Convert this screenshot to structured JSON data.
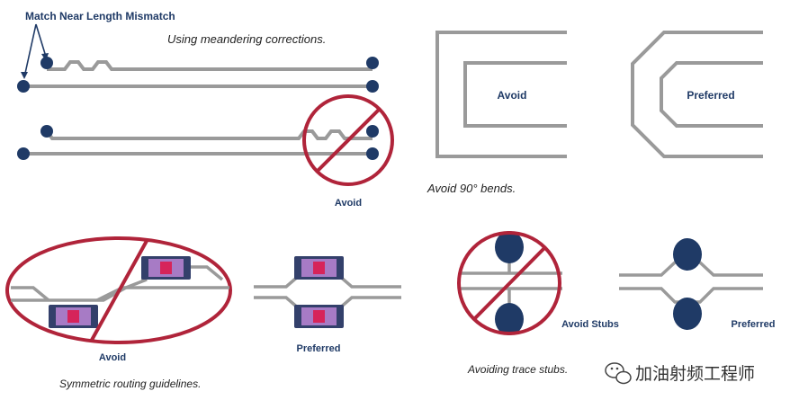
{
  "colors": {
    "trace": "#9a9a9a",
    "pad": "#1f3a66",
    "forbid": "#b0243a",
    "comp_body": "#33406b",
    "comp_inner": "#a77bc5",
    "comp_core": "#d6245a",
    "text_dark": "#1f3a66"
  },
  "labels": {
    "match_mismatch": "Match Near Length Mismatch",
    "meandering": "Using meandering corrections.",
    "avoid_meander": "Avoid",
    "bend_avoid": "Avoid",
    "bend_preferred": "Preferred",
    "avoid_90": "Avoid 90° bends.",
    "sym_avoid": "Avoid",
    "sym_preferred": "Preferred",
    "symmetric": "Symmetric routing guidelines.",
    "avoid_stubs": "Avoid Stubs",
    "stubs_preferred": "Preferred",
    "avoiding_stubs": "Avoiding trace stubs.",
    "watermark": "加油射频工程师"
  },
  "icons": {
    "watermark_icon": "wechat-icon",
    "forbid": "prohibition-icon"
  }
}
